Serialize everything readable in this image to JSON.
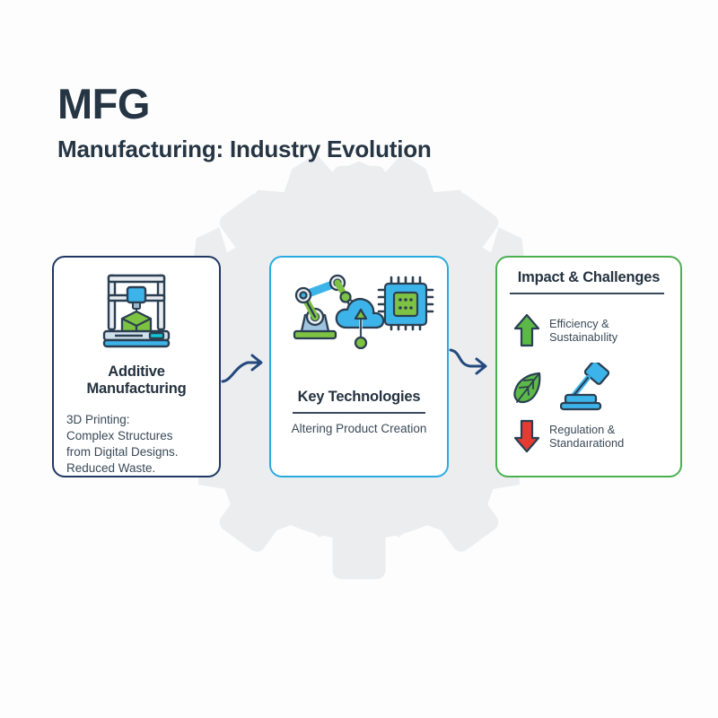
{
  "header": {
    "brand_code": "MFG",
    "title": "Manufacturing: Industry Evolution"
  },
  "colors": {
    "background": "#fdfdfd",
    "gear_watermark": "#ebedef",
    "title_text": "#263544",
    "body_text": "#3a4a58",
    "card1_border": "#203864",
    "card2_border": "#29abe2",
    "card3_border": "#4caf50",
    "arrow": "#23497d",
    "accent_green": "#5cb947",
    "accent_blue": "#29abe2",
    "accent_red": "#e63b33"
  },
  "cards": [
    {
      "id": "additive",
      "heading": "Additive\nManufacturing",
      "body": "3D Printing:\nComplex Structures\nfrom Digital Designs.\nReduced Waste.",
      "icons": [
        "3d-printer-icon"
      ],
      "border_color": "#203864"
    },
    {
      "id": "technologies",
      "heading": "Key Technologies",
      "body": "Altering Product Creation",
      "icons": [
        "robot-arm-icon",
        "microchip-icon",
        "cloud-upload-icon"
      ],
      "border_color": "#29abe2"
    },
    {
      "id": "impact",
      "heading": "Impact & Challenges",
      "border_color": "#4caf50",
      "rows": [
        {
          "icon": "arrow-up-icon",
          "icon_color": "#5cb947",
          "label": "Efficiency &\nSustainabılity"
        },
        {
          "icon": "leaf-icon",
          "icon_color": "#5cb947",
          "secondary_icon": "gavel-icon",
          "secondary_icon_color": "#29abe2",
          "label": ""
        },
        {
          "icon": "arrow-down-icon",
          "icon_color": "#e63b33",
          "label": "Regulation &\nStandaırationd"
        }
      ]
    }
  ],
  "connectors": [
    {
      "name": "arrow-additive-to-technologies",
      "from": "additive",
      "to": "technologies"
    },
    {
      "name": "arrow-technologies-to-impact",
      "from": "technologies",
      "to": "impact"
    }
  ],
  "background": {
    "watermark_icon": "gear-icon"
  }
}
